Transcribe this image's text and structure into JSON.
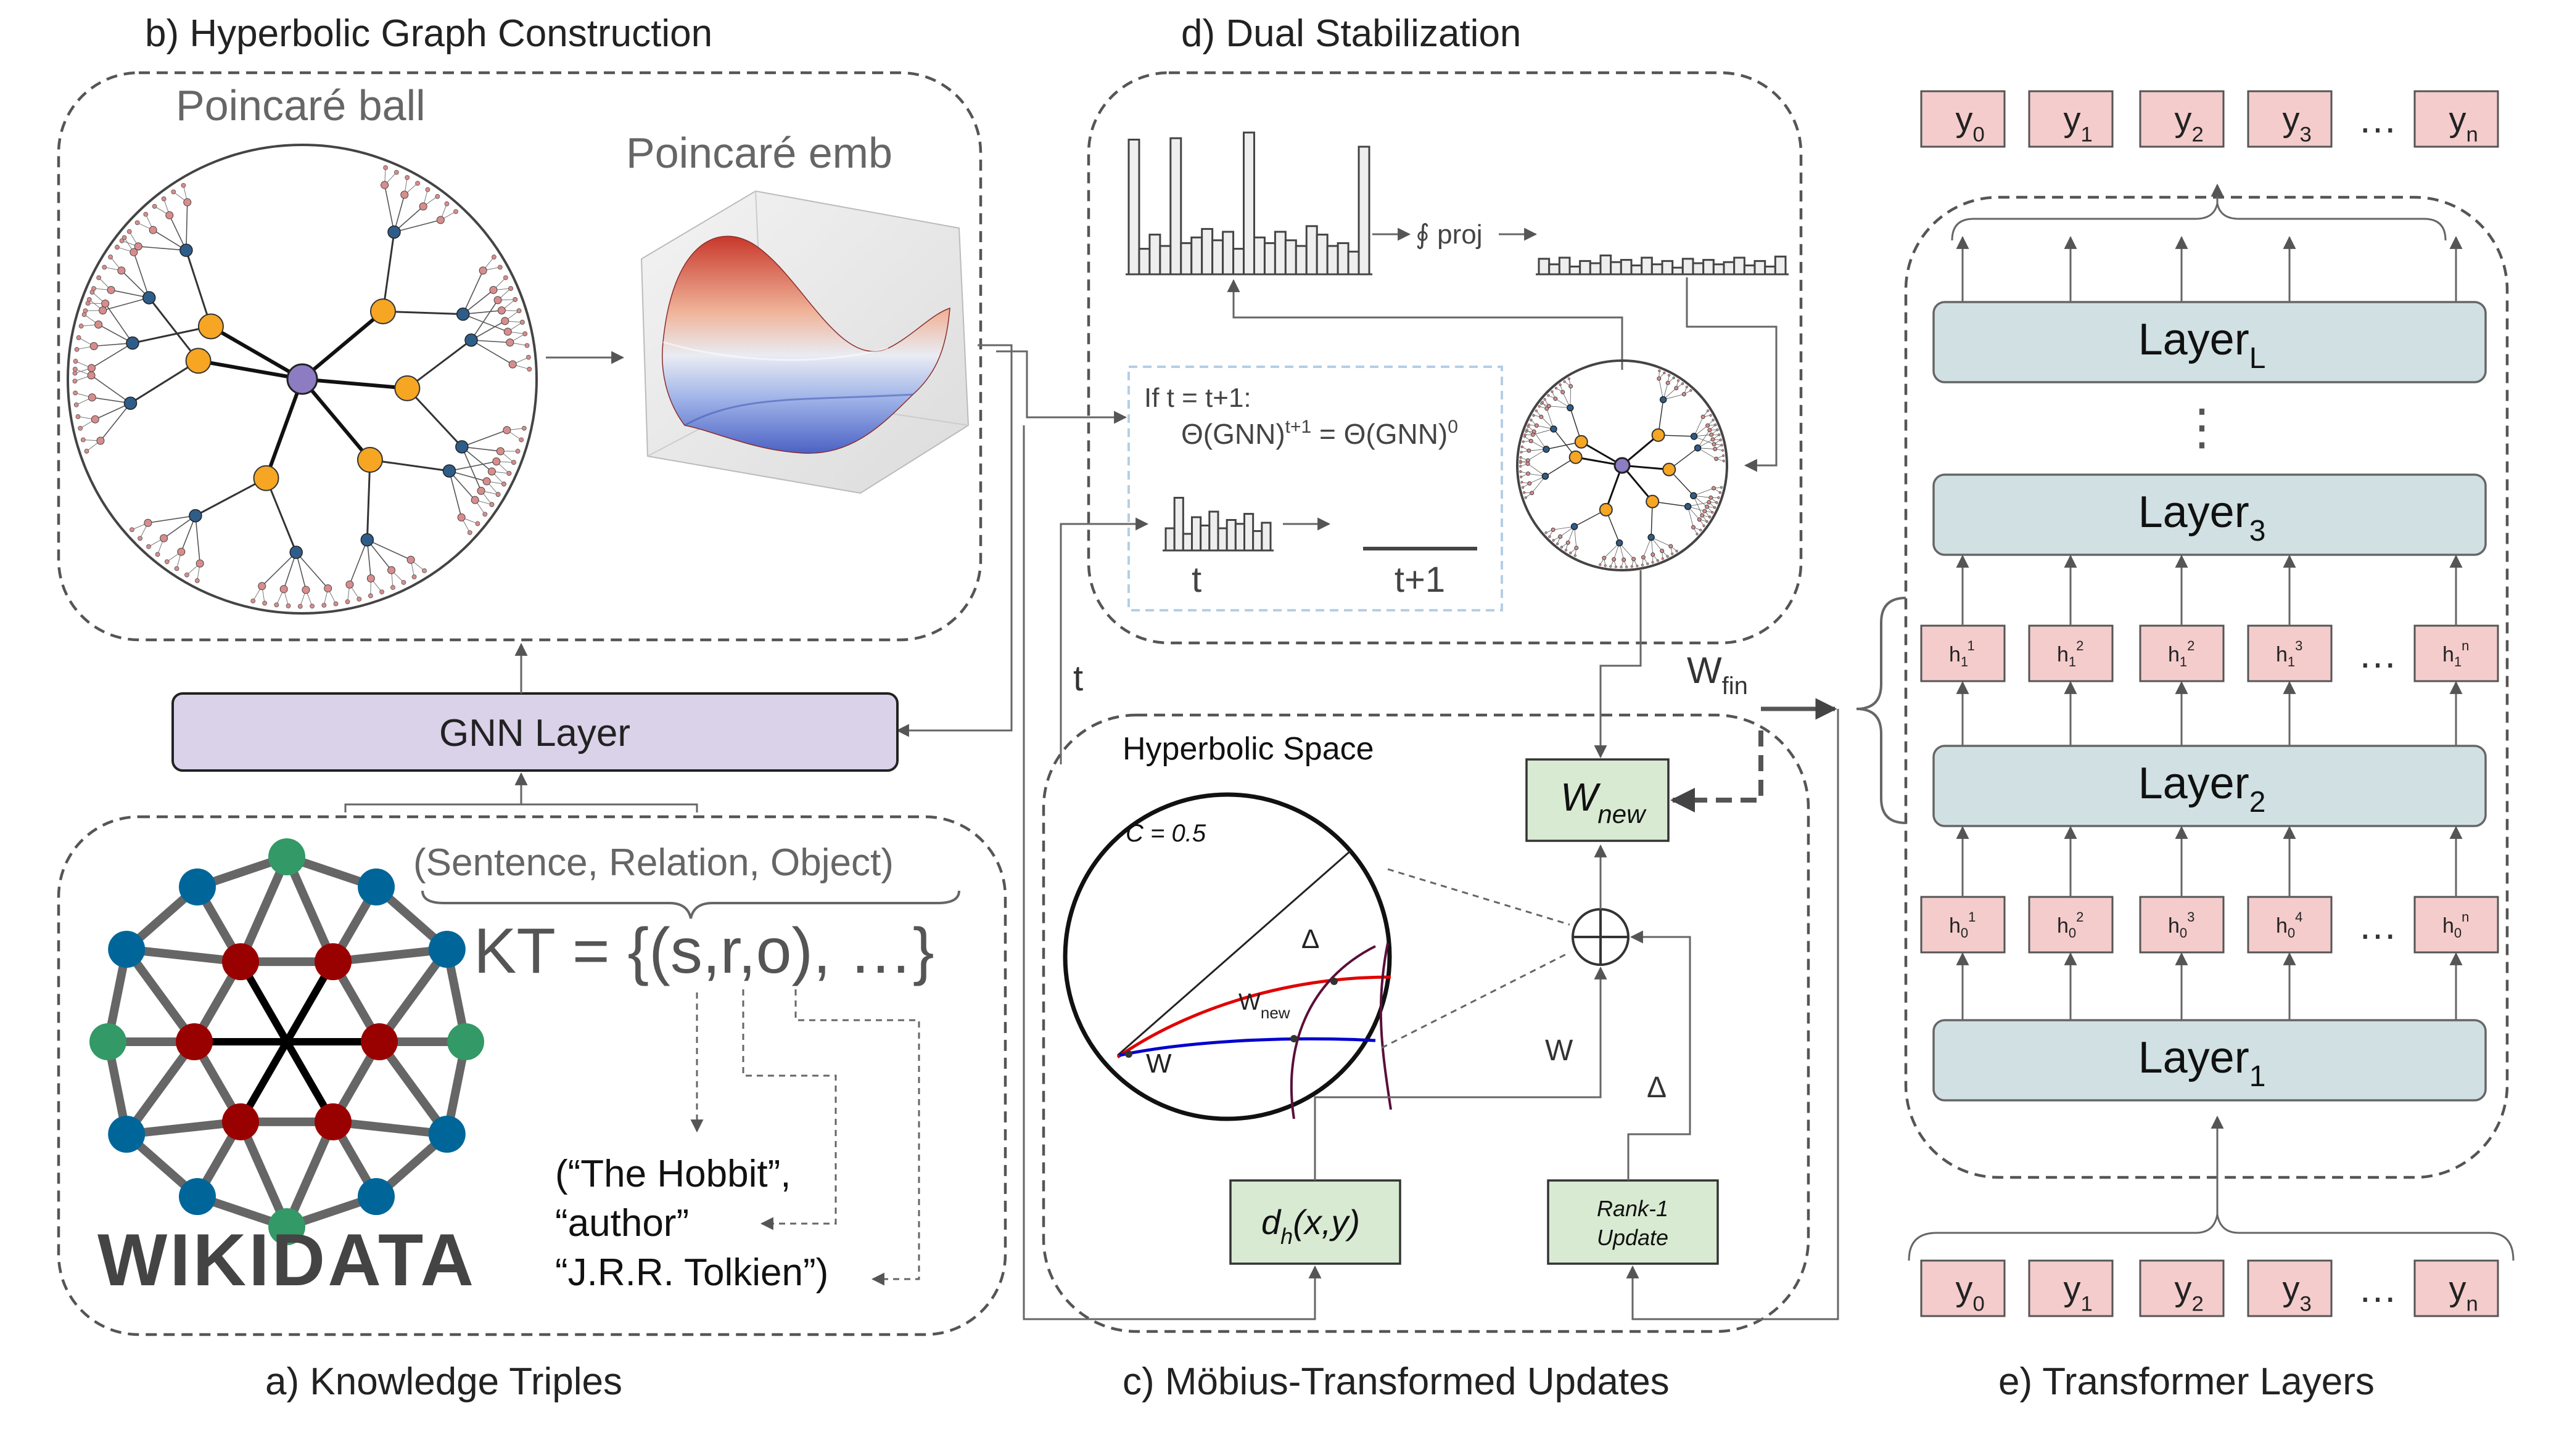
{
  "panels": {
    "a": "a) Knowledge Triples",
    "b": "b) Hyperbolic Graph Construction",
    "c": "c) Möbius-Transformed Updates",
    "d": "d) Dual Stabilization",
    "e": "e) Transformer Layers"
  },
  "graph_construction": {
    "poincare_ball": "Poincaré ball",
    "poincare_emb": "Poincaré emb"
  },
  "gnn_layer": "GNN Layer",
  "knowledge": {
    "brace_label": "(Sentence, Relation, Object)",
    "formula": "KT = {(s,r,o), …}",
    "wikidata": "WIKIDATA",
    "triple_1": "(“The Hobbit”,",
    "triple_2": "“author”",
    "triple_3": "“J.R.R. Tolkien”)"
  },
  "stabilization": {
    "proj": "∮ proj",
    "cond_1": "If t = t+1:",
    "cond_2_lhs": "Θ(GNN)",
    "cond_2_sup1": "t+1",
    "cond_2_mid": " = Θ(GNN)",
    "cond_2_sup2": "0",
    "t": "t",
    "t1": "t+1",
    "hist_top_left": [
      95,
      18,
      28,
      20,
      96,
      22,
      26,
      32,
      24,
      30,
      18,
      100,
      26,
      22,
      30,
      24,
      20,
      34,
      28,
      20,
      22,
      16,
      90
    ],
    "hist_top_right": [
      28,
      18,
      30,
      14,
      24,
      20,
      34,
      22,
      26,
      16,
      30,
      18,
      24,
      12,
      28,
      20,
      26,
      18,
      22,
      30,
      16,
      24,
      14,
      32
    ],
    "hist_small": [
      40,
      95,
      30,
      60,
      45,
      70,
      40,
      55,
      48,
      66,
      35,
      50
    ]
  },
  "mobius": {
    "title": "Hyperbolic Space",
    "curvature": "C = 0.5",
    "delta": "Δ",
    "w_new": "W",
    "w_new_sub": "new",
    "w": "W",
    "w_arrow": "W",
    "delta_arrow": "Δ",
    "box_w_new": "W",
    "box_w_new_sub": "new",
    "dist_main": "d",
    "dist_sub": "h",
    "dist_args": "(x,y)",
    "rank1_l1": "Rank-1",
    "rank1_l2": "Update",
    "w_fin": "W",
    "w_fin_sub": "fin",
    "t_label": "t"
  },
  "transformer": {
    "outputs": [
      {
        "base": "y",
        "sub": "0"
      },
      {
        "base": "y",
        "sub": "1"
      },
      {
        "base": "y",
        "sub": "2"
      },
      {
        "base": "y",
        "sub": "3"
      },
      {
        "base": "y",
        "sub": "n"
      }
    ],
    "inputs": [
      {
        "base": "y",
        "sub": "0"
      },
      {
        "base": "y",
        "sub": "1"
      },
      {
        "base": "y",
        "sub": "2"
      },
      {
        "base": "y",
        "sub": "3"
      },
      {
        "base": "y",
        "sub": "n"
      }
    ],
    "h1": [
      {
        "sub": "1",
        "sup": "1"
      },
      {
        "sub": "1",
        "sup": "2"
      },
      {
        "sub": "1",
        "sup": "2"
      },
      {
        "sub": "1",
        "sup": "3"
      },
      {
        "sub": "1",
        "sup": "n"
      }
    ],
    "h0": [
      {
        "sub": "0",
        "sup": "1"
      },
      {
        "sub": "0",
        "sup": "2"
      },
      {
        "sub": "0",
        "sup": "3"
      },
      {
        "sub": "0",
        "sup": "4"
      },
      {
        "sub": "0",
        "sup": "n"
      }
    ],
    "ellipsis": "…",
    "vdots": "⋮",
    "layer_base": "Layer",
    "layer_L": "L",
    "layer_3": "3",
    "layer_2": "2",
    "layer_1": "1"
  },
  "colors": {
    "gnn_fill": "#d9d2e9",
    "token_fill": "#f4cccc",
    "layer_fill": "#d0e0e3",
    "green_fill": "#d9ead3",
    "center_node": "#8e7cc3",
    "orange_node": "#f6a623",
    "blue_node": "#2f5d8a",
    "pink_node": "#d98c8c",
    "red_curve": "#e00000",
    "blue_curve": "#0000cc",
    "purple_curve": "#5b0f3a",
    "wiki_green": "#339966",
    "wiki_blue": "#006699",
    "wiki_red": "#990000",
    "dash_box": "#b4cfe6"
  }
}
